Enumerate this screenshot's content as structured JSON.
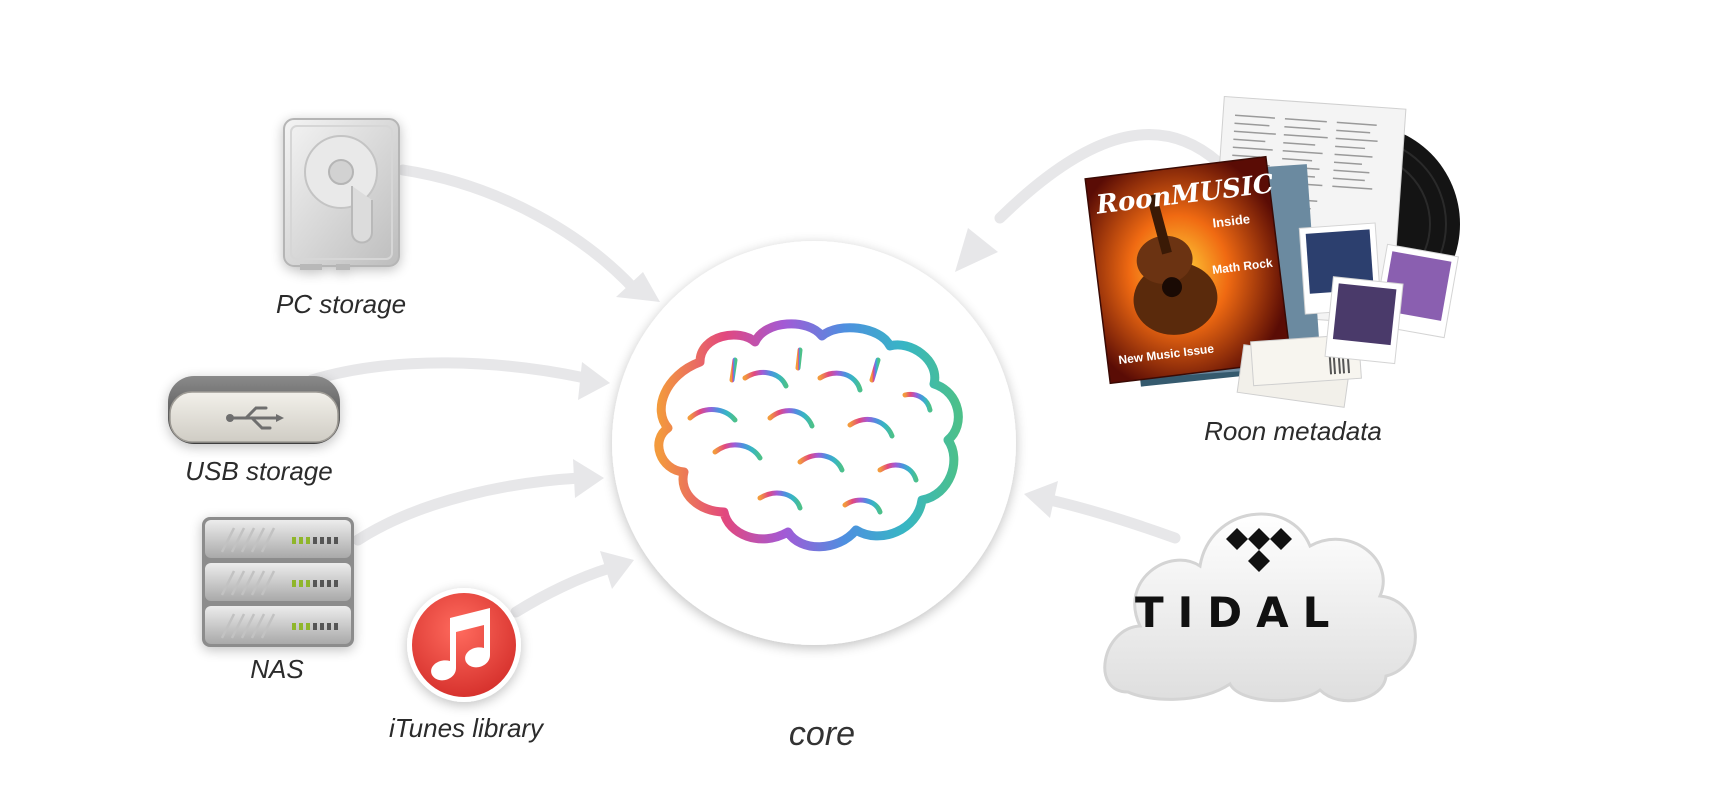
{
  "nodes": {
    "pc_storage": {
      "label": "PC storage"
    },
    "usb_storage": {
      "label": "USB storage"
    },
    "nas": {
      "label": "NAS"
    },
    "itunes": {
      "label": "iTunes library"
    },
    "core": {
      "label": "core"
    },
    "roon_metadata": {
      "label": "Roon metadata",
      "magazine_title": "RoonMUSIC",
      "magazine_side": "Inside",
      "magazine_feature": "Math Rock",
      "magazine_cover": "New Music Issue"
    },
    "tidal": {
      "label": "TIDAL"
    }
  },
  "colors": {
    "arrow": "#e7e7e9",
    "itunes_red": "#e8453c",
    "brain": [
      "#f39a3c",
      "#e2487e",
      "#a25ad6",
      "#4e8fe0",
      "#37b6c4",
      "#4cc08a"
    ]
  },
  "icons": {
    "pc_storage": "hard-drive-icon",
    "usb_storage": "usb-drive-icon",
    "nas": "server-rack-icon",
    "itunes": "itunes-note-icon",
    "core": "brain-icon",
    "tidal": "tidal-logo-icon"
  }
}
